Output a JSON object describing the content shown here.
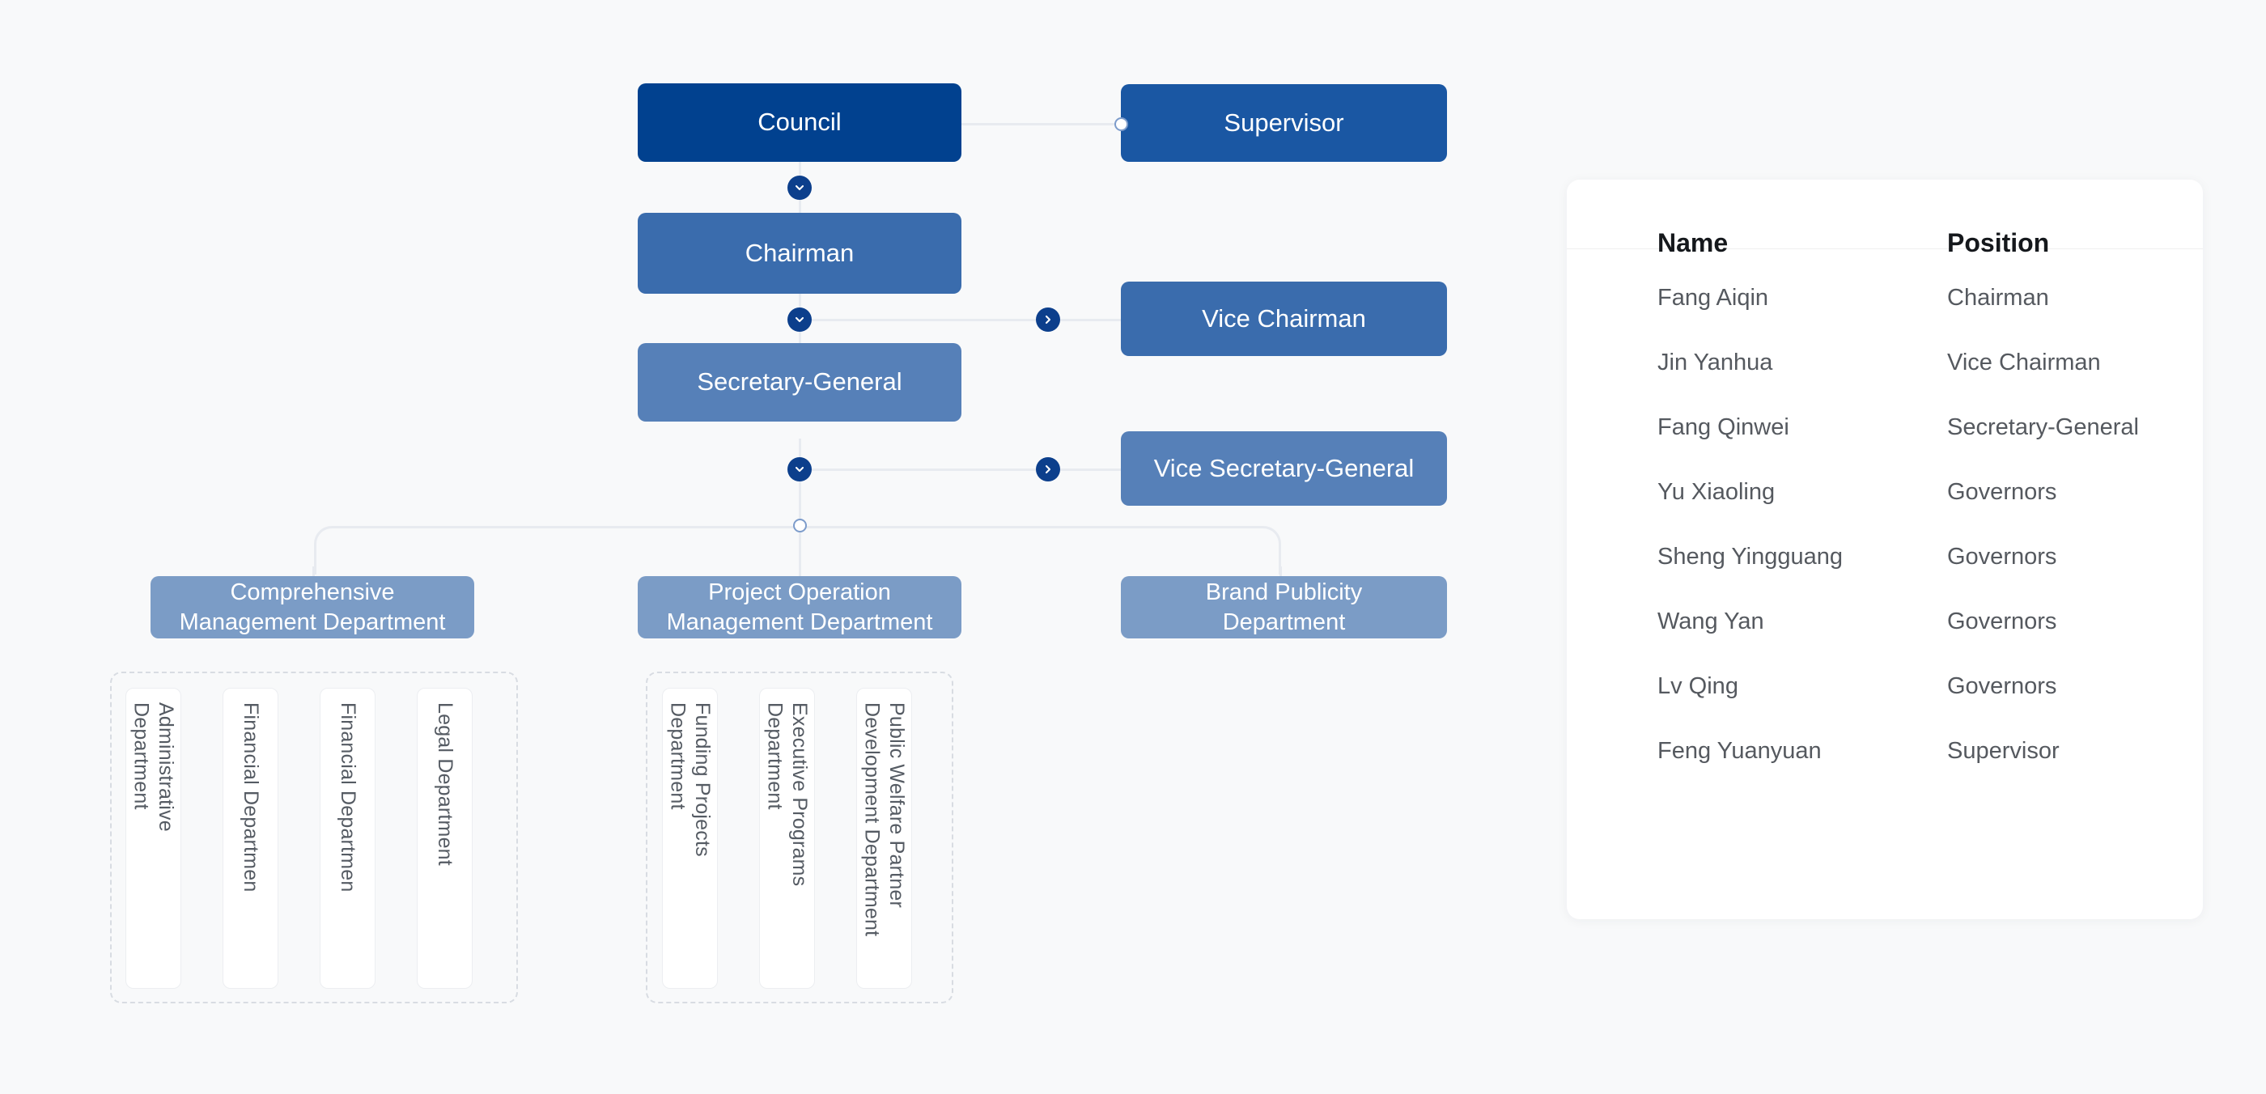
{
  "theme": {
    "page_background": "#f8f9fa",
    "council_color": "#01418f",
    "supervisor_color": "#1a57a3",
    "chairman_color": "#3a6cad",
    "vice_chairman_color": "#3a6cad",
    "secretary_general_color": "#5680b8",
    "vice_secretary_general_color": "#5680b8",
    "department_color": "#7b9cc6",
    "connector_color": "#e8ebf0",
    "badge_color": "#0c3f8c"
  },
  "org_chart": {
    "nodes": {
      "council": {
        "label": "Council"
      },
      "supervisor": {
        "label": "Supervisor"
      },
      "chairman": {
        "label": "Chairman"
      },
      "vice_chairman": {
        "label": "Vice Chairman"
      },
      "secretary_general": {
        "label": "Secretary-General"
      },
      "vice_secretary_general": {
        "label": "Vice Secretary-General"
      }
    },
    "departments": [
      {
        "label": "Comprehensive\nManagement Department",
        "sub_departments": [
          {
            "label": "Administrative\nDepartment"
          },
          {
            "label": "Financial Departmen"
          },
          {
            "label": "Financial Departmen"
          },
          {
            "label": "Legal Department"
          }
        ]
      },
      {
        "label": "Project Operation\nManagement Department",
        "sub_departments": [
          {
            "label": "Funding Projects\nDepartment"
          },
          {
            "label": "Executive Programs\nDepartment"
          },
          {
            "label": "Public Welfare Partner\nDevelopment Department"
          }
        ]
      },
      {
        "label": "Brand Publicity\nDepartment",
        "sub_departments": []
      }
    ],
    "connector_icons": {
      "expand_down": "chevron-down-icon",
      "expand_right": "chevron-right-icon",
      "endpoint": "circle-endpoint-icon",
      "junction": "circle-junction-icon"
    }
  },
  "people_table": {
    "columns": [
      "Name",
      "Position"
    ],
    "rows": [
      {
        "name": "Fang Aiqin",
        "position": "Chairman"
      },
      {
        "name": "Jin Yanhua",
        "position": "Vice Chairman"
      },
      {
        "name": "Fang Qinwei",
        "position": "Secretary-General"
      },
      {
        "name": "Yu Xiaoling",
        "position": "Governors"
      },
      {
        "name": "Sheng Yingguang",
        "position": "Governors"
      },
      {
        "name": "Wang Yan",
        "position": "Governors"
      },
      {
        "name": "Lv Qing",
        "position": "Governors"
      },
      {
        "name": "Feng Yuanyuan",
        "position": "Supervisor"
      }
    ]
  }
}
